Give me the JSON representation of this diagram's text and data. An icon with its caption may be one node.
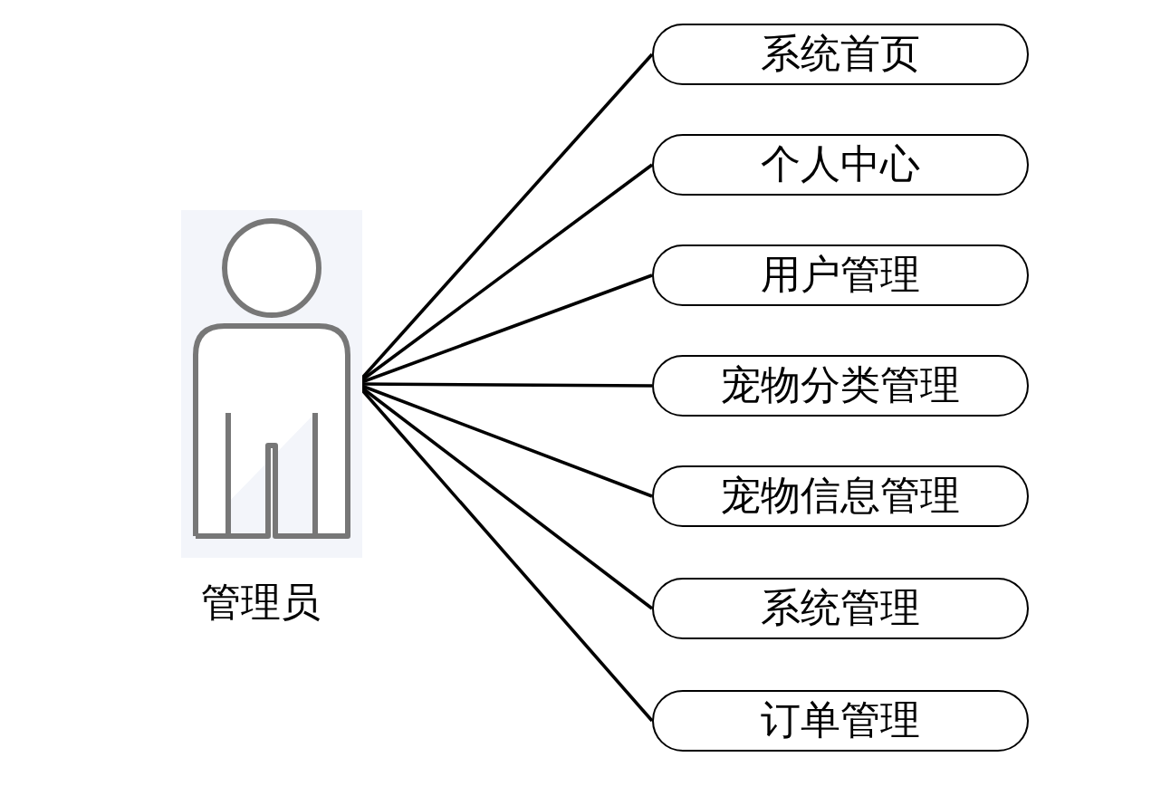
{
  "diagram": {
    "nodes": [
      {
        "text": [],
        "shape": "person",
        "beside": [
          "管理员"
        ]
      },
      {
        "text": [
          "系统首页"
        ]
      },
      {
        "text": [
          "个人中心"
        ]
      },
      {
        "text": [
          "用户管理"
        ]
      },
      {
        "text": [
          "宠物分类管理"
        ]
      },
      {
        "text": [
          "宠物信息管理"
        ]
      },
      {
        "text": [
          "系统管理"
        ]
      },
      {
        "text": [
          "订单管理"
        ]
      }
    ],
    "edges": [
      {
        "from": 0,
        "to": 1,
        "arrow": "none"
      },
      {
        "from": 0,
        "to": 2,
        "arrow": "none"
      },
      {
        "from": 0,
        "to": 3,
        "arrow": "none"
      },
      {
        "from": 0,
        "to": 4,
        "arrow": "none"
      },
      {
        "from": 0,
        "to": 5,
        "arrow": "none"
      },
      {
        "from": 0,
        "to": 6,
        "arrow": "none"
      },
      {
        "from": 0,
        "to": 7,
        "arrow": "none"
      }
    ]
  }
}
